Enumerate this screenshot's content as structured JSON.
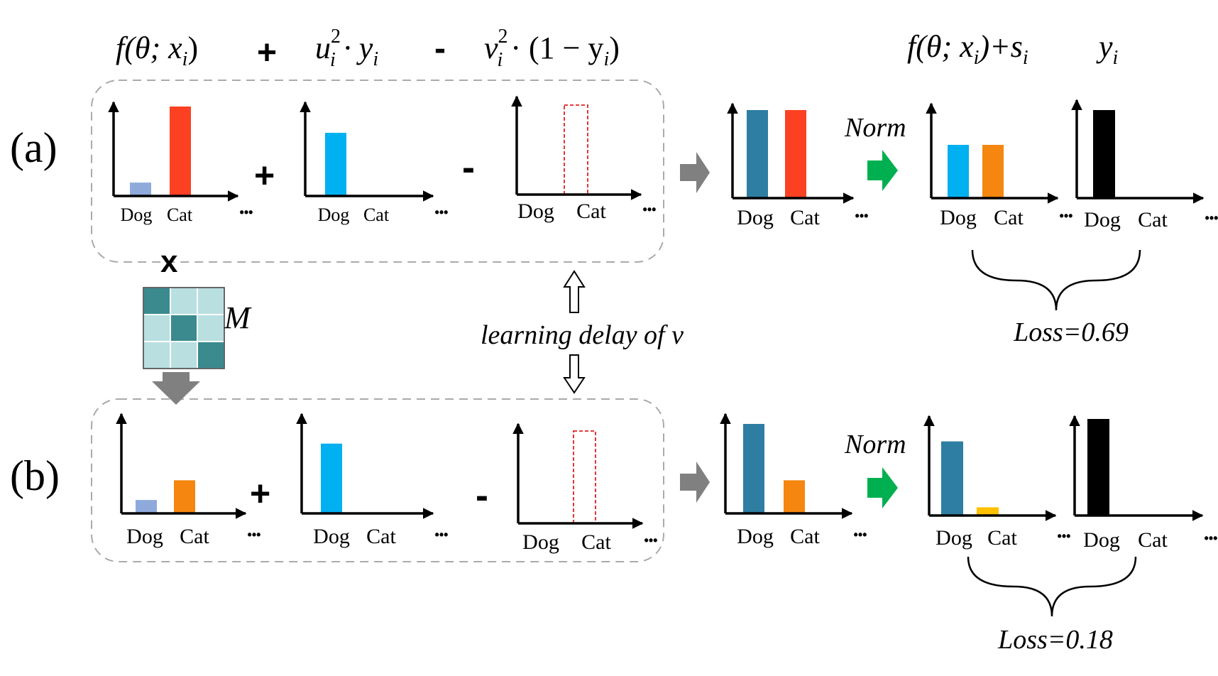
{
  "formula": {
    "term1": "f(θ; x",
    "term1_sub": "i",
    "term1_close": ")",
    "plus": "+",
    "term2_base": "u",
    "term2_sup": "2",
    "term2_sub": "i",
    "term2_rest": " · y",
    "term2_rest_sub": "i",
    "minus": "-",
    "term3_base": "v",
    "term3_sup": "2",
    "term3_sub": "i",
    "term3_rest": " · (1 − y",
    "term3_rest_sub": "i",
    "term3_close": ")",
    "right1": "f(θ; x",
    "right1_sub": "i",
    "right1_close": ")+s",
    "right1_s_sub": "i",
    "right2": "y",
    "right2_sub": "i"
  },
  "rows": {
    "a_label": "(a)",
    "b_label": "(b)"
  },
  "axis": {
    "dog": "Dog",
    "cat": "Cat",
    "more": "•••"
  },
  "ops": {
    "plus": "+",
    "minus": "-",
    "times": "x"
  },
  "matrix": {
    "label": "M",
    "cells": [
      [
        1,
        0,
        0
      ],
      [
        0,
        1,
        0
      ],
      [
        0,
        0,
        1
      ]
    ],
    "dark": "#3a8a8e",
    "light": "#b9dfe1"
  },
  "norm": "Norm",
  "delay_label": "learning delay of v",
  "loss_a": "Loss=0.69",
  "loss_b": "Loss=0.18",
  "colors": {
    "red": "#fc4123",
    "light_blue": "#00b0f0",
    "periwinkle": "#8eaadb",
    "teal": "#2e7ea3",
    "orange": "#f5860f",
    "yellow": "#ffc000",
    "black": "#000000",
    "green": "#00b050",
    "gray": "#808080"
  },
  "chart_data": [
    {
      "type": "bar",
      "id": "a1",
      "categories": [
        "Dog",
        "Cat"
      ],
      "values": [
        0.15,
        1.0
      ],
      "colors": [
        "periwinkle",
        "red"
      ]
    },
    {
      "type": "bar",
      "id": "a2",
      "categories": [
        "Dog",
        "Cat"
      ],
      "values": [
        0.78,
        0
      ],
      "colors": [
        "light_blue",
        "light_blue"
      ]
    },
    {
      "type": "bar",
      "id": "a3",
      "categories": [
        "Dog",
        "Cat"
      ],
      "values": [
        0,
        0
      ],
      "dashed_outline": "Cat"
    },
    {
      "type": "bar",
      "id": "a4",
      "categories": [
        "Dog",
        "Cat"
      ],
      "values": [
        1.0,
        1.0
      ],
      "colors": [
        "teal",
        "red"
      ]
    },
    {
      "type": "bar",
      "id": "a5",
      "categories": [
        "Dog",
        "Cat"
      ],
      "values": [
        0.5,
        0.5
      ],
      "colors": [
        "light_blue",
        "orange"
      ]
    },
    {
      "type": "bar",
      "id": "a6",
      "categories": [
        "Dog",
        "Cat"
      ],
      "values": [
        1.0,
        0
      ],
      "colors": [
        "black",
        "black"
      ]
    },
    {
      "type": "bar",
      "id": "b1",
      "categories": [
        "Dog",
        "Cat"
      ],
      "values": [
        0.15,
        0.37
      ],
      "colors": [
        "periwinkle",
        "orange"
      ]
    },
    {
      "type": "bar",
      "id": "b2",
      "categories": [
        "Dog",
        "Cat"
      ],
      "values": [
        0.78,
        0
      ],
      "colors": [
        "light_blue",
        "light_blue"
      ]
    },
    {
      "type": "bar",
      "id": "b3",
      "categories": [
        "Dog",
        "Cat"
      ],
      "values": [
        0,
        0
      ],
      "dashed_outline": "Cat"
    },
    {
      "type": "bar",
      "id": "b4",
      "categories": [
        "Dog",
        "Cat"
      ],
      "values": [
        1.0,
        0.37
      ],
      "colors": [
        "teal",
        "orange"
      ]
    },
    {
      "type": "bar",
      "id": "b5",
      "categories": [
        "Dog",
        "Cat"
      ],
      "values": [
        0.9,
        0.1
      ],
      "colors": [
        "teal",
        "yellow"
      ]
    },
    {
      "type": "bar",
      "id": "b6",
      "categories": [
        "Dog",
        "Cat"
      ],
      "values": [
        1.0,
        0
      ],
      "colors": [
        "black",
        "black"
      ]
    }
  ]
}
